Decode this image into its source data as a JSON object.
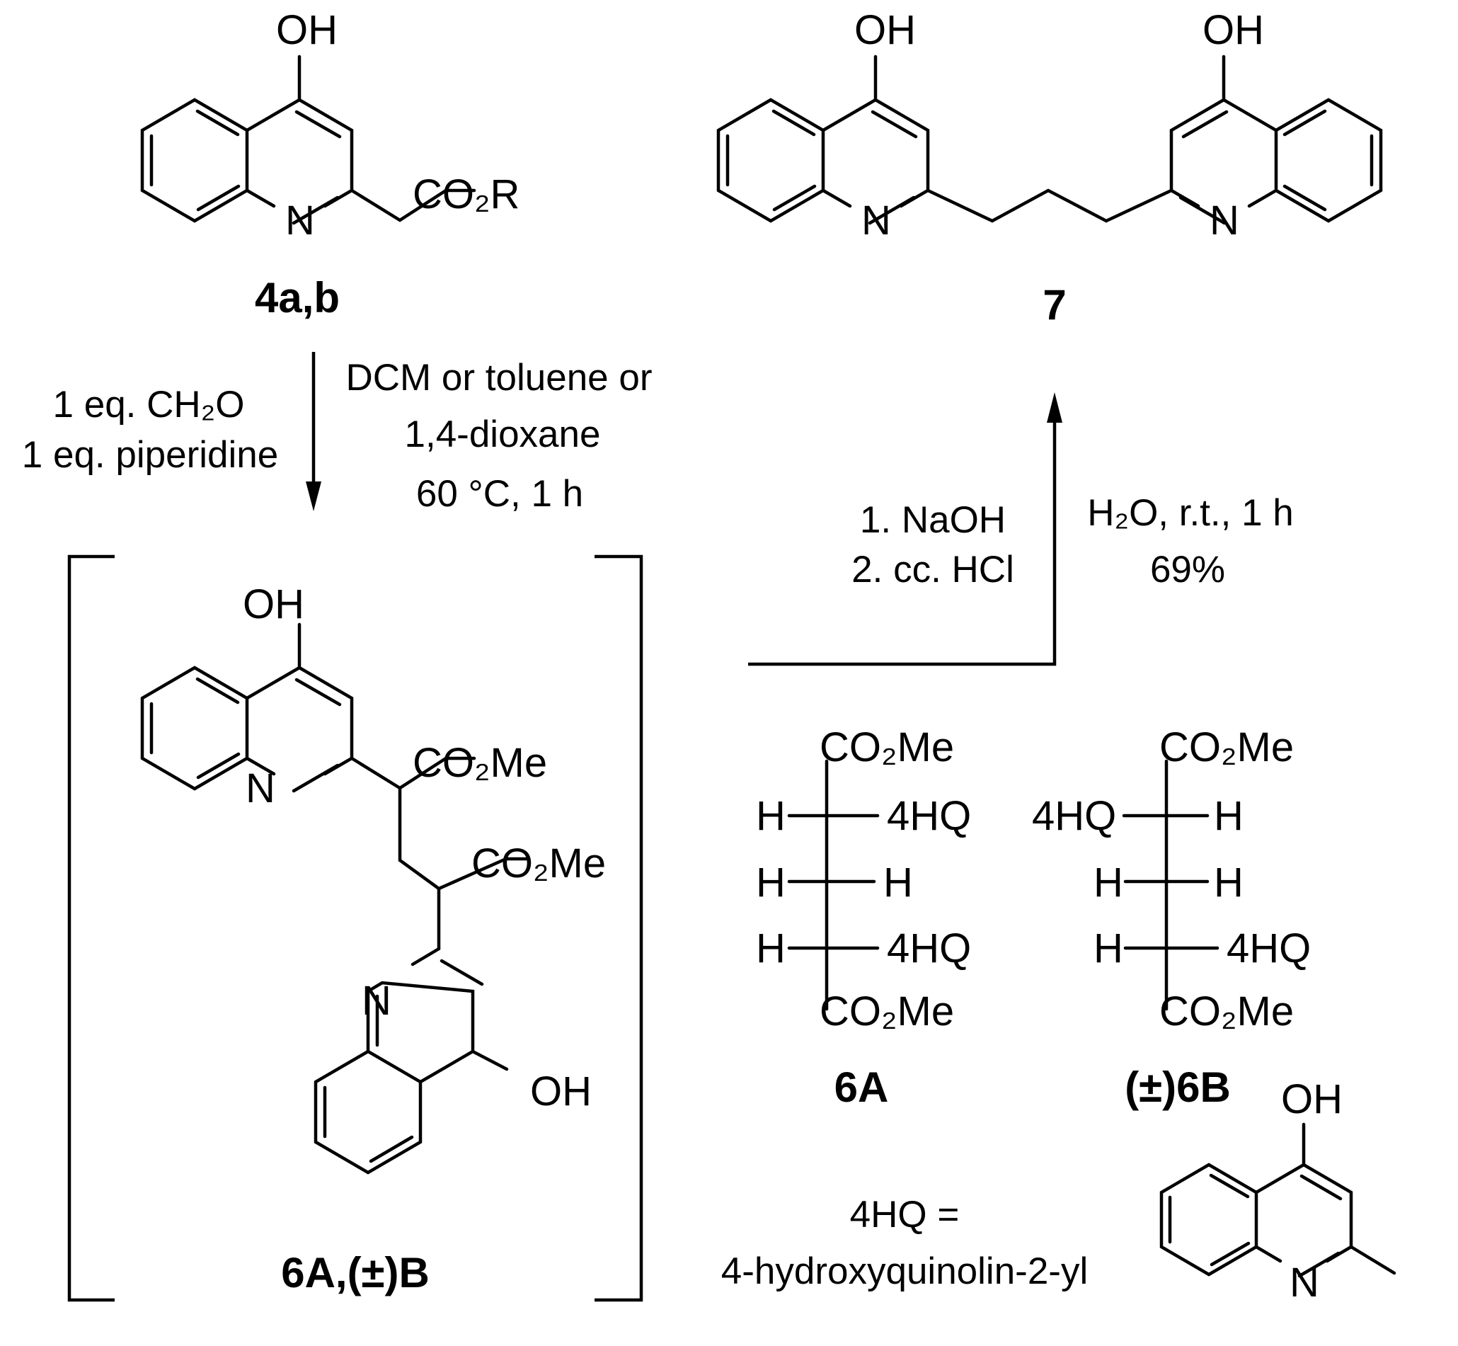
{
  "labels": {
    "oh": "OH",
    "n": "N",
    "co2r": "CO₂R",
    "co2me": "CO₂Me",
    "h": "H",
    "hq": "4HQ"
  },
  "compounds": {
    "c4": "4a,b",
    "c7": "7",
    "c6": "6A,(±)B",
    "c6a": "6A",
    "c6b": "(±)6B"
  },
  "step1": {
    "left_line1": "1 eq. CH₂O",
    "left_line2": "1 eq. piperidine",
    "right_line1": "DCM or toluene or",
    "right_line2": "1,4-dioxane",
    "right_line3": "60 °C, 1 h"
  },
  "step2": {
    "left_line1": "1. NaOH",
    "left_line2": "2. cc. HCl",
    "right_line1": "H₂O, r.t., 1 h",
    "right_line2": "69%"
  },
  "legend": {
    "line1": "4HQ =",
    "line2": "4-hydroxyquinolin-2-yl"
  }
}
